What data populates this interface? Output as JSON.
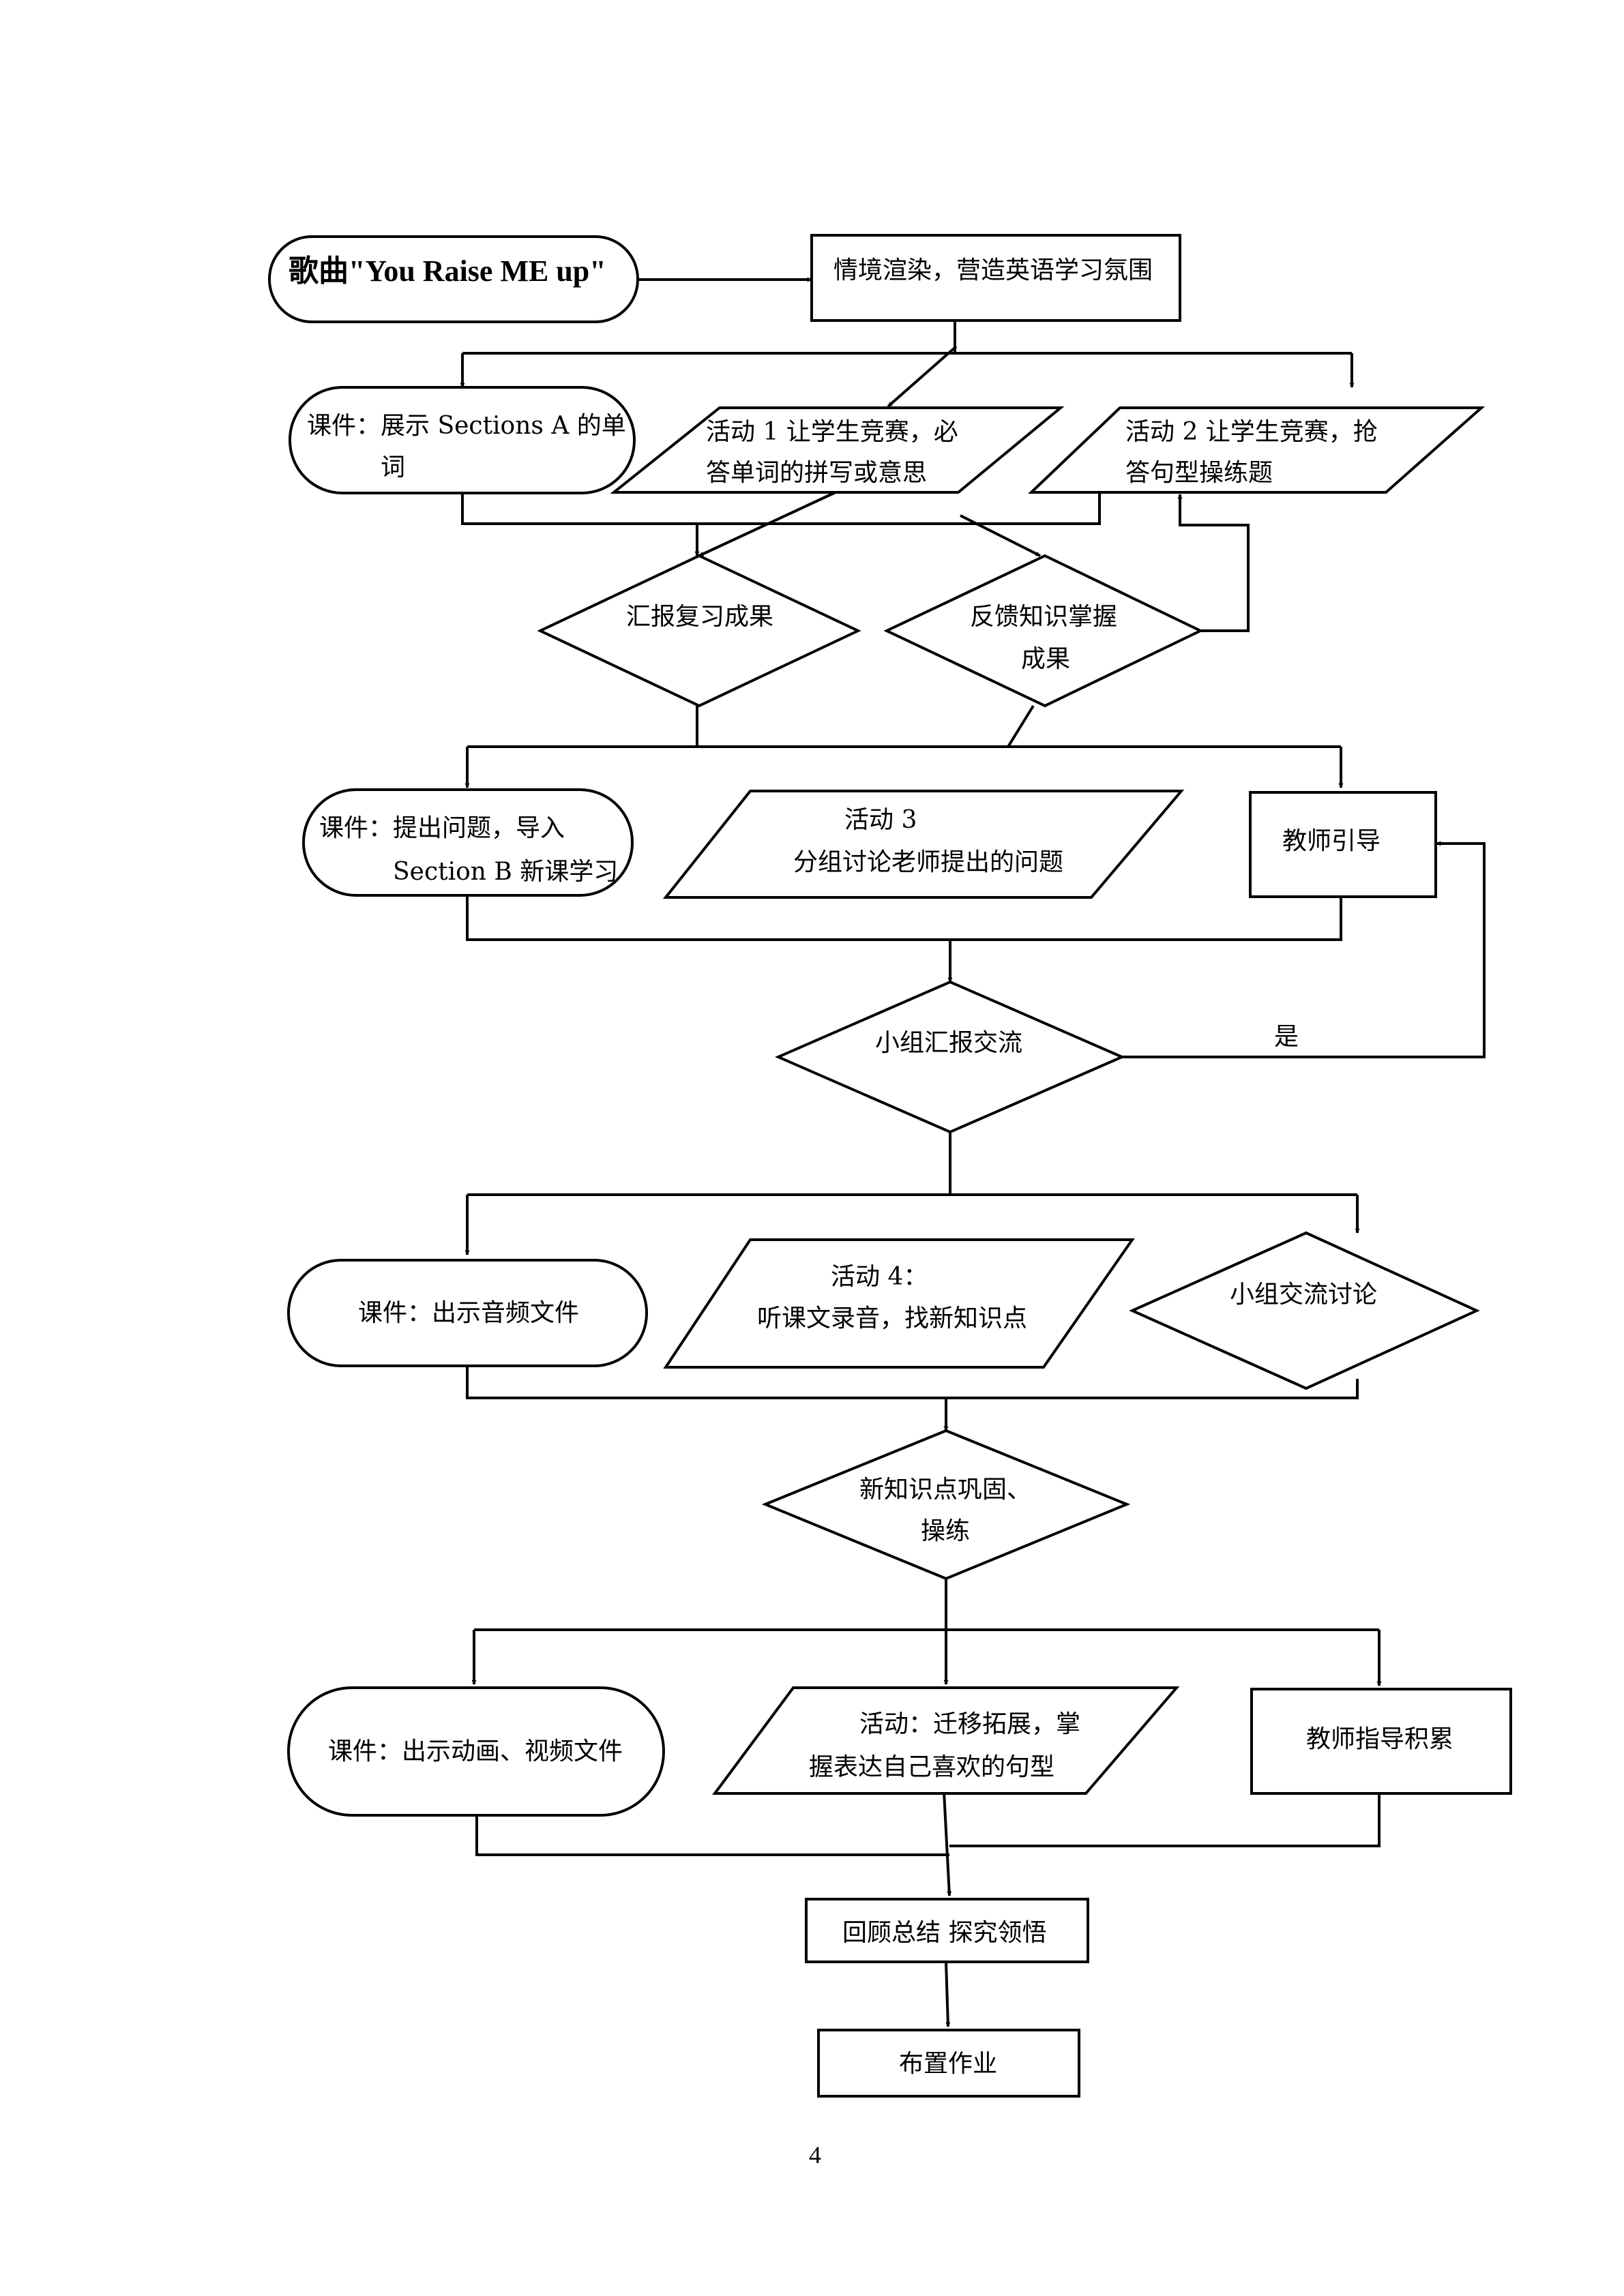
{
  "nodes": {
    "song": {
      "lines": [
        "歌曲\"You Raise ME up\""
      ]
    },
    "scene": {
      "lines": [
        "情境渲染，营造英语学习氛围"
      ]
    },
    "courseware_a": {
      "lines": [
        "课件：展示 Sections A 的单",
        "词"
      ]
    },
    "activity1": {
      "lines": [
        "活动 1 让学生竞赛，必",
        "答单词的拼写或意思"
      ]
    },
    "activity2": {
      "lines": [
        "活动 2 让学生竞赛，抢",
        "答句型操练题"
      ]
    },
    "report_review": {
      "lines": [
        "汇报复习成果"
      ]
    },
    "feedback": {
      "lines": [
        "反馈知识掌握",
        "成果"
      ]
    },
    "courseware_b": {
      "lines": [
        "课件：提出问题，导入",
        "Section B  新课学习"
      ]
    },
    "activity3": {
      "lines": [
        "活动 3",
        "分组讨论老师提出的问题"
      ]
    },
    "teacher_guide": {
      "lines": [
        "教师引导"
      ]
    },
    "group_report": {
      "lines": [
        "小组汇报交流"
      ]
    },
    "yes_label": {
      "lines": [
        "是"
      ]
    },
    "courseware_audio": {
      "lines": [
        "课件：出示音频文件"
      ]
    },
    "activity4": {
      "lines": [
        "活动 4：",
        "听课文录音，找新知识点"
      ]
    },
    "group_discuss": {
      "lines": [
        "小组交流讨论"
      ]
    },
    "consolidate": {
      "lines": [
        "新知识点巩固、",
        "操练"
      ]
    },
    "courseware_video": {
      "lines": [
        "课件：出示动画、视频文件"
      ]
    },
    "activity5": {
      "lines": [
        "活动：迁移拓展，掌",
        "握表达自己喜欢的句型"
      ]
    },
    "teacher_accumulate": {
      "lines": [
        "教师指导积累"
      ]
    },
    "review_summary": {
      "lines": [
        "回顾总结  探究领悟"
      ]
    },
    "homework": {
      "lines": [
        "布置作业"
      ]
    }
  },
  "page_number": "4"
}
